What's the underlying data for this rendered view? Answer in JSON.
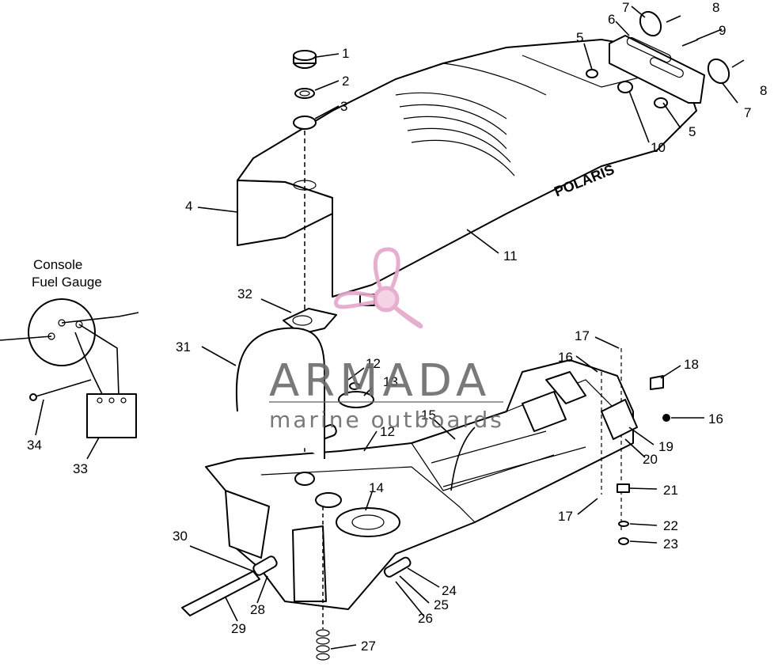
{
  "diagram": {
    "console_label_line1": "Console",
    "console_label_line2": "Fuel Gauge",
    "brand_on_seat": "POLARIS",
    "watermark_title": "ARMADA",
    "watermark_subtitle": "marine outboards",
    "watermark_color": "#e6a6cc",
    "callouts": [
      "1",
      "2",
      "3",
      "4",
      "5",
      "5",
      "6",
      "7",
      "7",
      "8",
      "8",
      "9",
      "10",
      "11",
      "12",
      "12",
      "13",
      "14",
      "15",
      "16",
      "16",
      "17",
      "17",
      "18",
      "19",
      "20",
      "21",
      "22",
      "23",
      "24",
      "25",
      "26",
      "27",
      "28",
      "29",
      "30",
      "31",
      "32",
      "33",
      "34"
    ]
  }
}
